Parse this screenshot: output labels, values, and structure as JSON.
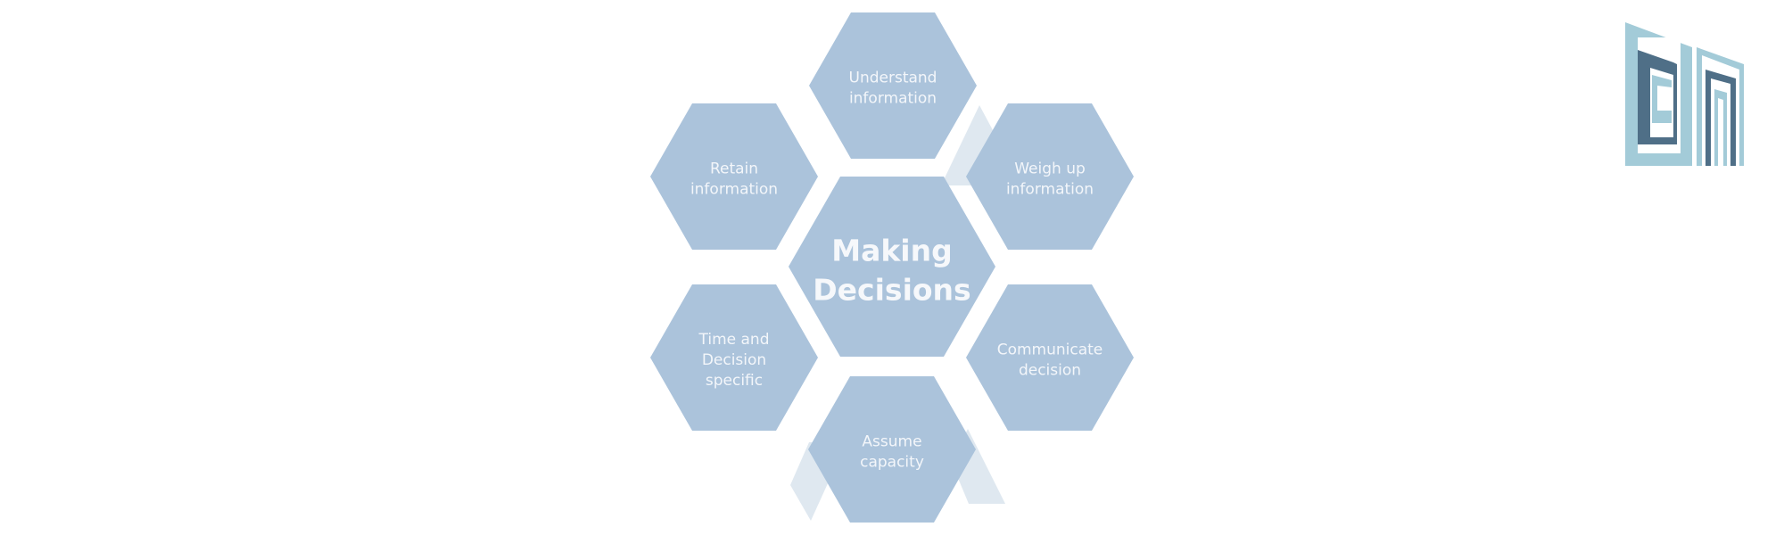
{
  "diagram": {
    "center": {
      "lines": [
        "Making",
        "Decisions"
      ]
    },
    "nodes": [
      {
        "id": "understand",
        "lines": [
          "Understand",
          "information"
        ]
      },
      {
        "id": "weigh",
        "lines": [
          "Weigh up",
          "information"
        ]
      },
      {
        "id": "communicate",
        "lines": [
          "Communicate",
          "decision"
        ]
      },
      {
        "id": "assume",
        "lines": [
          "Assume",
          "capacity"
        ]
      },
      {
        "id": "time",
        "lines": [
          "Time and",
          "Decision",
          "specific"
        ]
      },
      {
        "id": "retain",
        "lines": [
          "Retain",
          "information"
        ]
      }
    ]
  },
  "logo": {
    "text": "CM"
  },
  "colors": {
    "hex": "#abc3db",
    "connector": "#dfe8f0",
    "logo_light": "#a3cbd8",
    "logo_dark": "#4f6f87"
  }
}
